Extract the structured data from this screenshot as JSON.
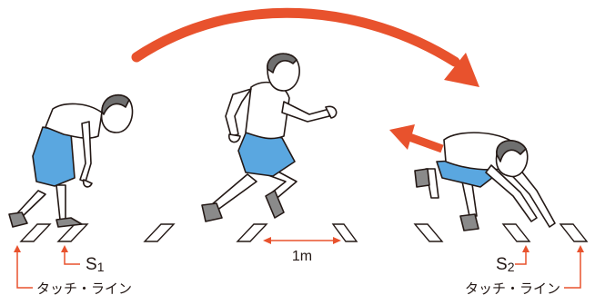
{
  "labels": {
    "s1": "S",
    "s1_sub": "1",
    "s2": "S",
    "s2_sub": "2",
    "distance": "1m",
    "touch_line_left": "タッチ・ライン",
    "touch_line_right": "タッチ・ライン"
  },
  "colors": {
    "arrow": "#e8522d",
    "shorts": "#5aa7e0",
    "skin": "#ffffff",
    "outline": "#231815",
    "shoe": "#8a8a8a",
    "hair": "#6f6f6f"
  }
}
